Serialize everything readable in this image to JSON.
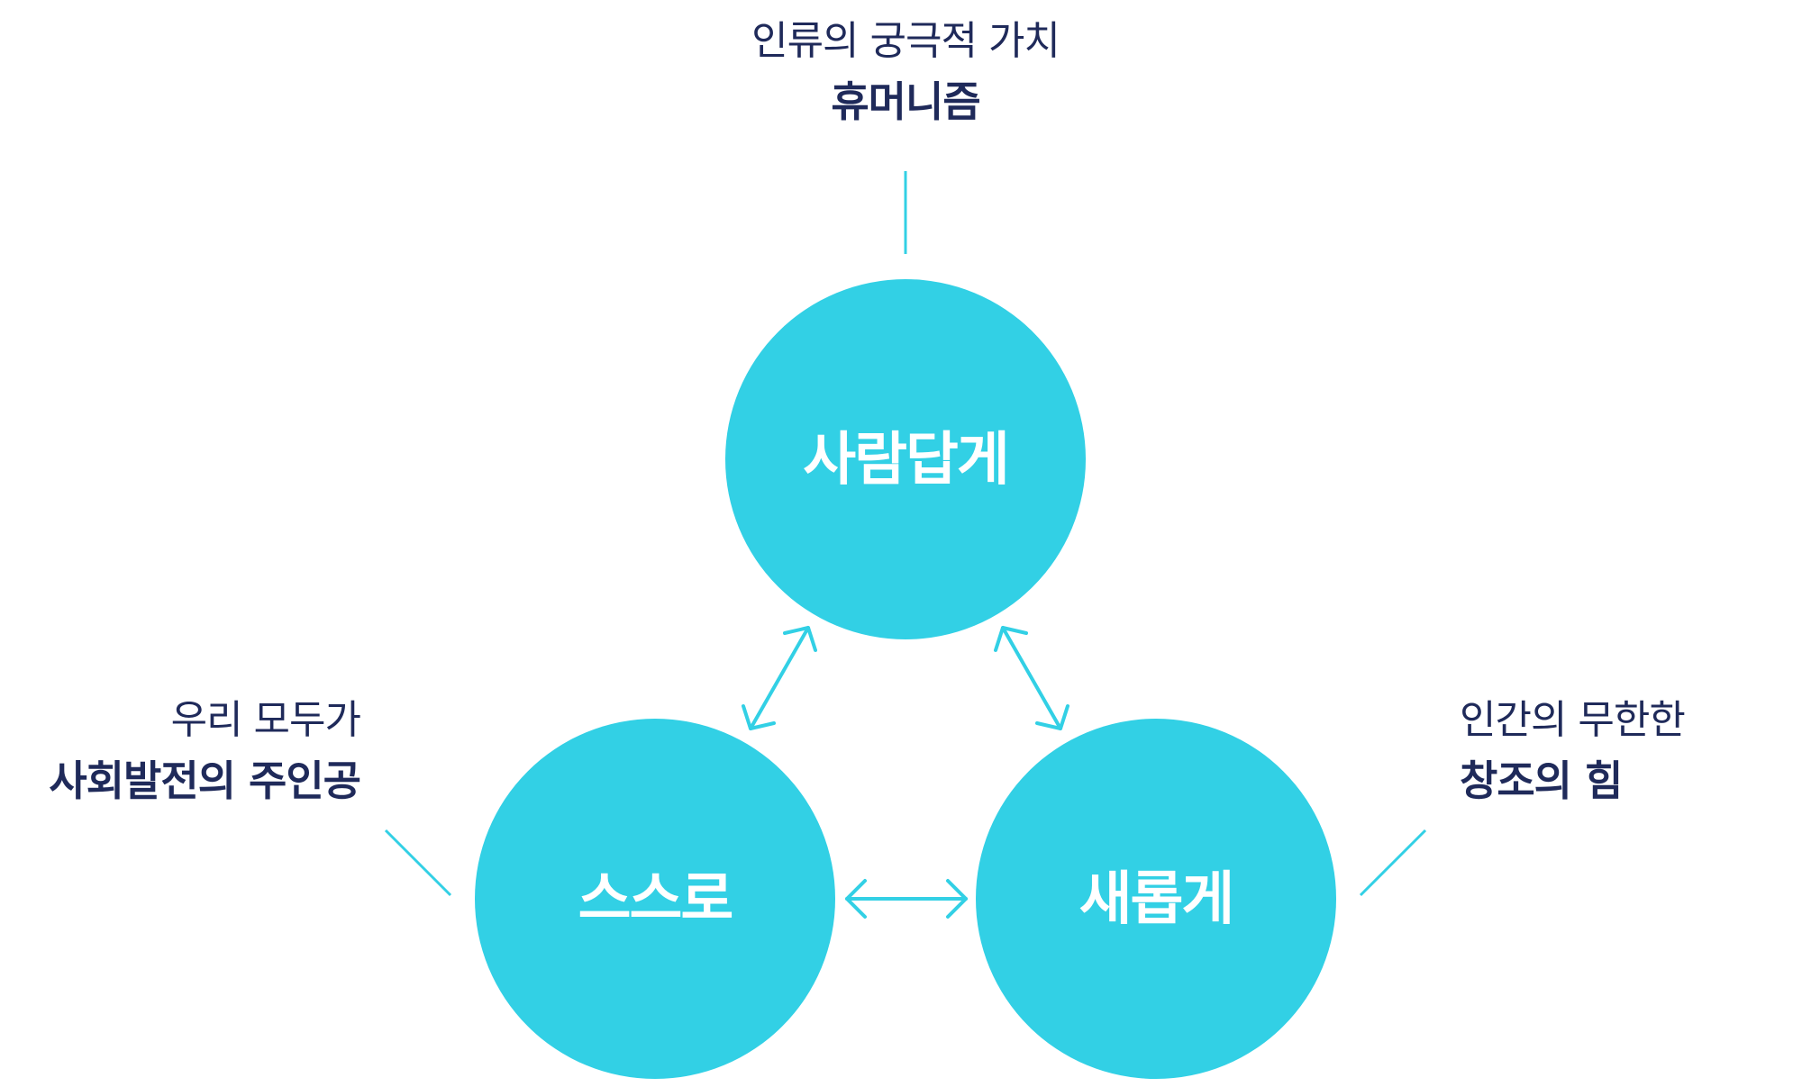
{
  "colors": {
    "circle": "#32d0e5",
    "connector": "#32d0e5",
    "caption_text": "#1f2a5a",
    "node_text": "#ffffff"
  },
  "nodes": {
    "top": {
      "label": "사람답게"
    },
    "left": {
      "label": "스스로"
    },
    "right": {
      "label": "새롭게"
    }
  },
  "captions": {
    "top": {
      "sub": "인류의 궁극적 가치",
      "main": "휴머니즘"
    },
    "left": {
      "sub": "우리 모두가",
      "main": "사회발전의 주인공"
    },
    "right": {
      "sub": "인간의 무한한",
      "main": "창조의 힘"
    }
  }
}
